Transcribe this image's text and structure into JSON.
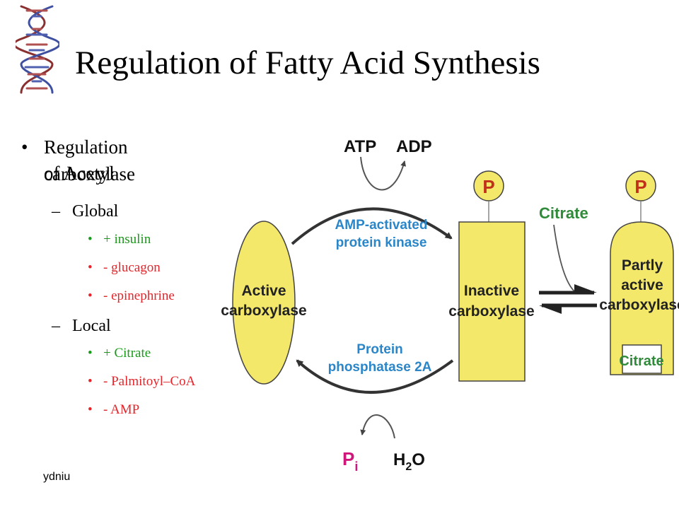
{
  "slide": {
    "title": "Regulation of Fatty Acid Synthesis",
    "footer": "ydniu"
  },
  "bullets": {
    "main": {
      "line1": "Regulation  of Acetyl",
      "line2": "carboxylase"
    },
    "global": {
      "label": "Global",
      "items": [
        {
          "text": "+ insulin",
          "color": "#1a9a1a"
        },
        {
          "text": "- glucagon",
          "color": "#e3262b"
        },
        {
          "text": "- epinephrine",
          "color": "#e3262b"
        }
      ]
    },
    "local": {
      "label": "Local",
      "items": [
        {
          "text": "+ Citrate",
          "color": "#1a9a1a"
        },
        {
          "text": "- Palmitoyl–CoA",
          "color": "#e3262b"
        },
        {
          "text": "- AMP",
          "color": "#e3262b"
        }
      ]
    }
  },
  "diagram": {
    "atp": "ATP",
    "adp": "ADP",
    "enzyme_top": {
      "line1": "AMP-activated",
      "line2": "protein kinase"
    },
    "enzyme_bottom": {
      "line1": "Protein",
      "line2": "phosphatase 2A"
    },
    "active": {
      "line1": "Active",
      "line2": "carboxylase"
    },
    "inactive": {
      "line1": "Inactive",
      "line2": "carboxylase"
    },
    "partly": {
      "line1": "Partly",
      "line2": "active",
      "line3": "carboxylase"
    },
    "citrate_label": "Citrate",
    "citrate_box": "Citrate",
    "phosphate": "P",
    "pi": {
      "base": "P",
      "sub": "i"
    },
    "water": {
      "h": "H",
      "sub": "2",
      "o": "O"
    },
    "colors": {
      "yellow": "#f3e86a",
      "enzyme_text": "#2a86c8",
      "pi_color": "#d0167a"
    }
  }
}
